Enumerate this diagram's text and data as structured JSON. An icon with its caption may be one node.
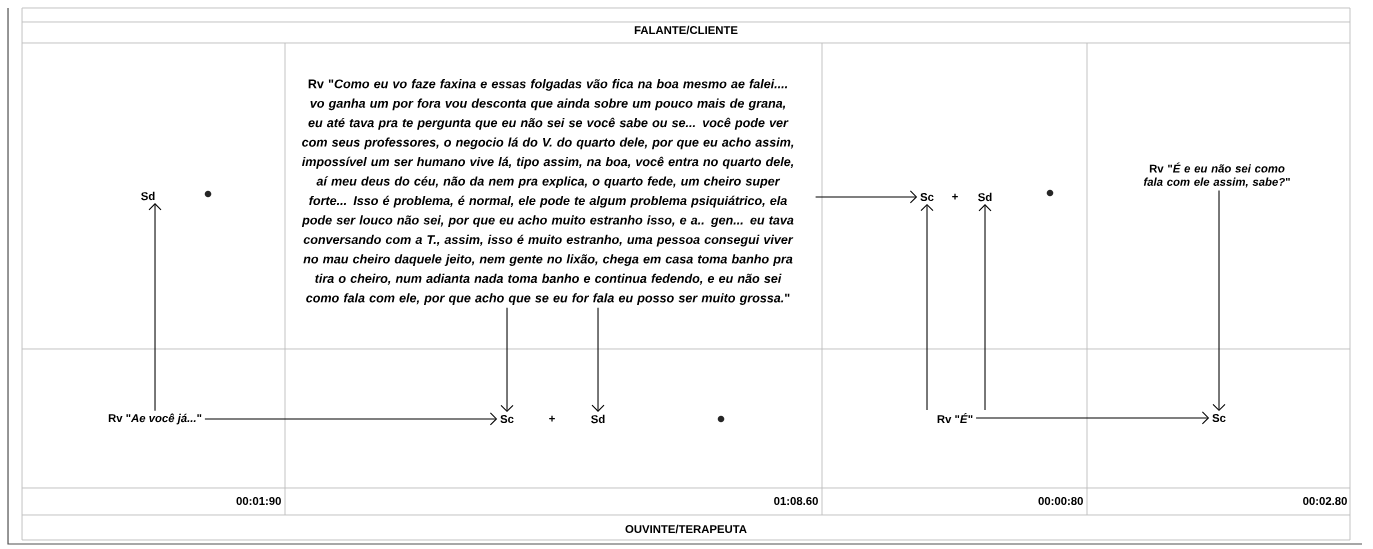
{
  "diagram": {
    "nodes": [
      {
        "text": [
          "Sd"
        ]
      },
      {
        "text": [
          "Rv \"*Como eu vo faze faxina e essas folgadas vão fica na boa mesmo ae falei.... vo ganha um por fora vou desconta que ainda sobre um pouco mais de grana, eu até tava pra te pergunta que eu não sei se você sabe ou se... você pode ver com seus professores, o negocio lá do V. do quarto dele, por que eu acho assim, impossível um ser humano vive lá, tipo assim, na boa, você entra no quarto dele, aí meu deus do céu, não da nem pra explica, o quarto fede, um cheiro super forte... Isso é problema, é normal, ele pode te algum problema psiquiátrico, ela pode ser louco não sei, por que eu acho muito estranho isso, e a.. gen... eu tava conversando com a T., assim, isso é muito estranho, uma pessoa consegui viver no mau cheiro daquele jeito, nem gente no lixão, chega em casa toma banho pra tira o cheiro, num adianta nada toma banho e continua fedendo, e eu não sei como fala com ele, por que acho que se eu for fala eu posso ser muito grossa.*\""
        ]
      },
      {
        "text": [
          "Sc"
        ]
      },
      {
        "text": [
          "Sd"
        ]
      },
      {
        "text": [
          "Rv \"*É e eu não sei como fala com ele assim, sabe?*\""
        ]
      },
      {
        "text": [
          "Rv \"*Ae você já...*\""
        ]
      },
      {
        "text": [
          "Sc"
        ]
      },
      {
        "text": [
          "Sd"
        ]
      },
      {
        "text": [
          "Rv \"*É*\""
        ]
      },
      {
        "text": [
          "Sc"
        ]
      }
    ],
    "edges": [
      {
        "from": 5,
        "to": 0,
        "arrow": "to"
      },
      {
        "from": 5,
        "to": 6,
        "arrow": "to"
      },
      {
        "from": 1,
        "to": 6,
        "arrow": "to"
      },
      {
        "from": 1,
        "to": 7,
        "arrow": "to"
      },
      {
        "from": 1,
        "to": 2,
        "arrow": "to"
      },
      {
        "from": 8,
        "to": 2,
        "arrow": "to"
      },
      {
        "from": 8,
        "to": 3,
        "arrow": "to"
      },
      {
        "from": 4,
        "to": 9,
        "arrow": "to"
      },
      {
        "from": 8,
        "to": 9,
        "arrow": "to"
      }
    ],
    "labels": [
      "FALANTE/CLIENTE",
      "+",
      "+",
      "00:01:90",
      "01:08.60",
      "00:00:80",
      "00:02.80",
      "OUVINTE/TERAPEUTA"
    ]
  }
}
